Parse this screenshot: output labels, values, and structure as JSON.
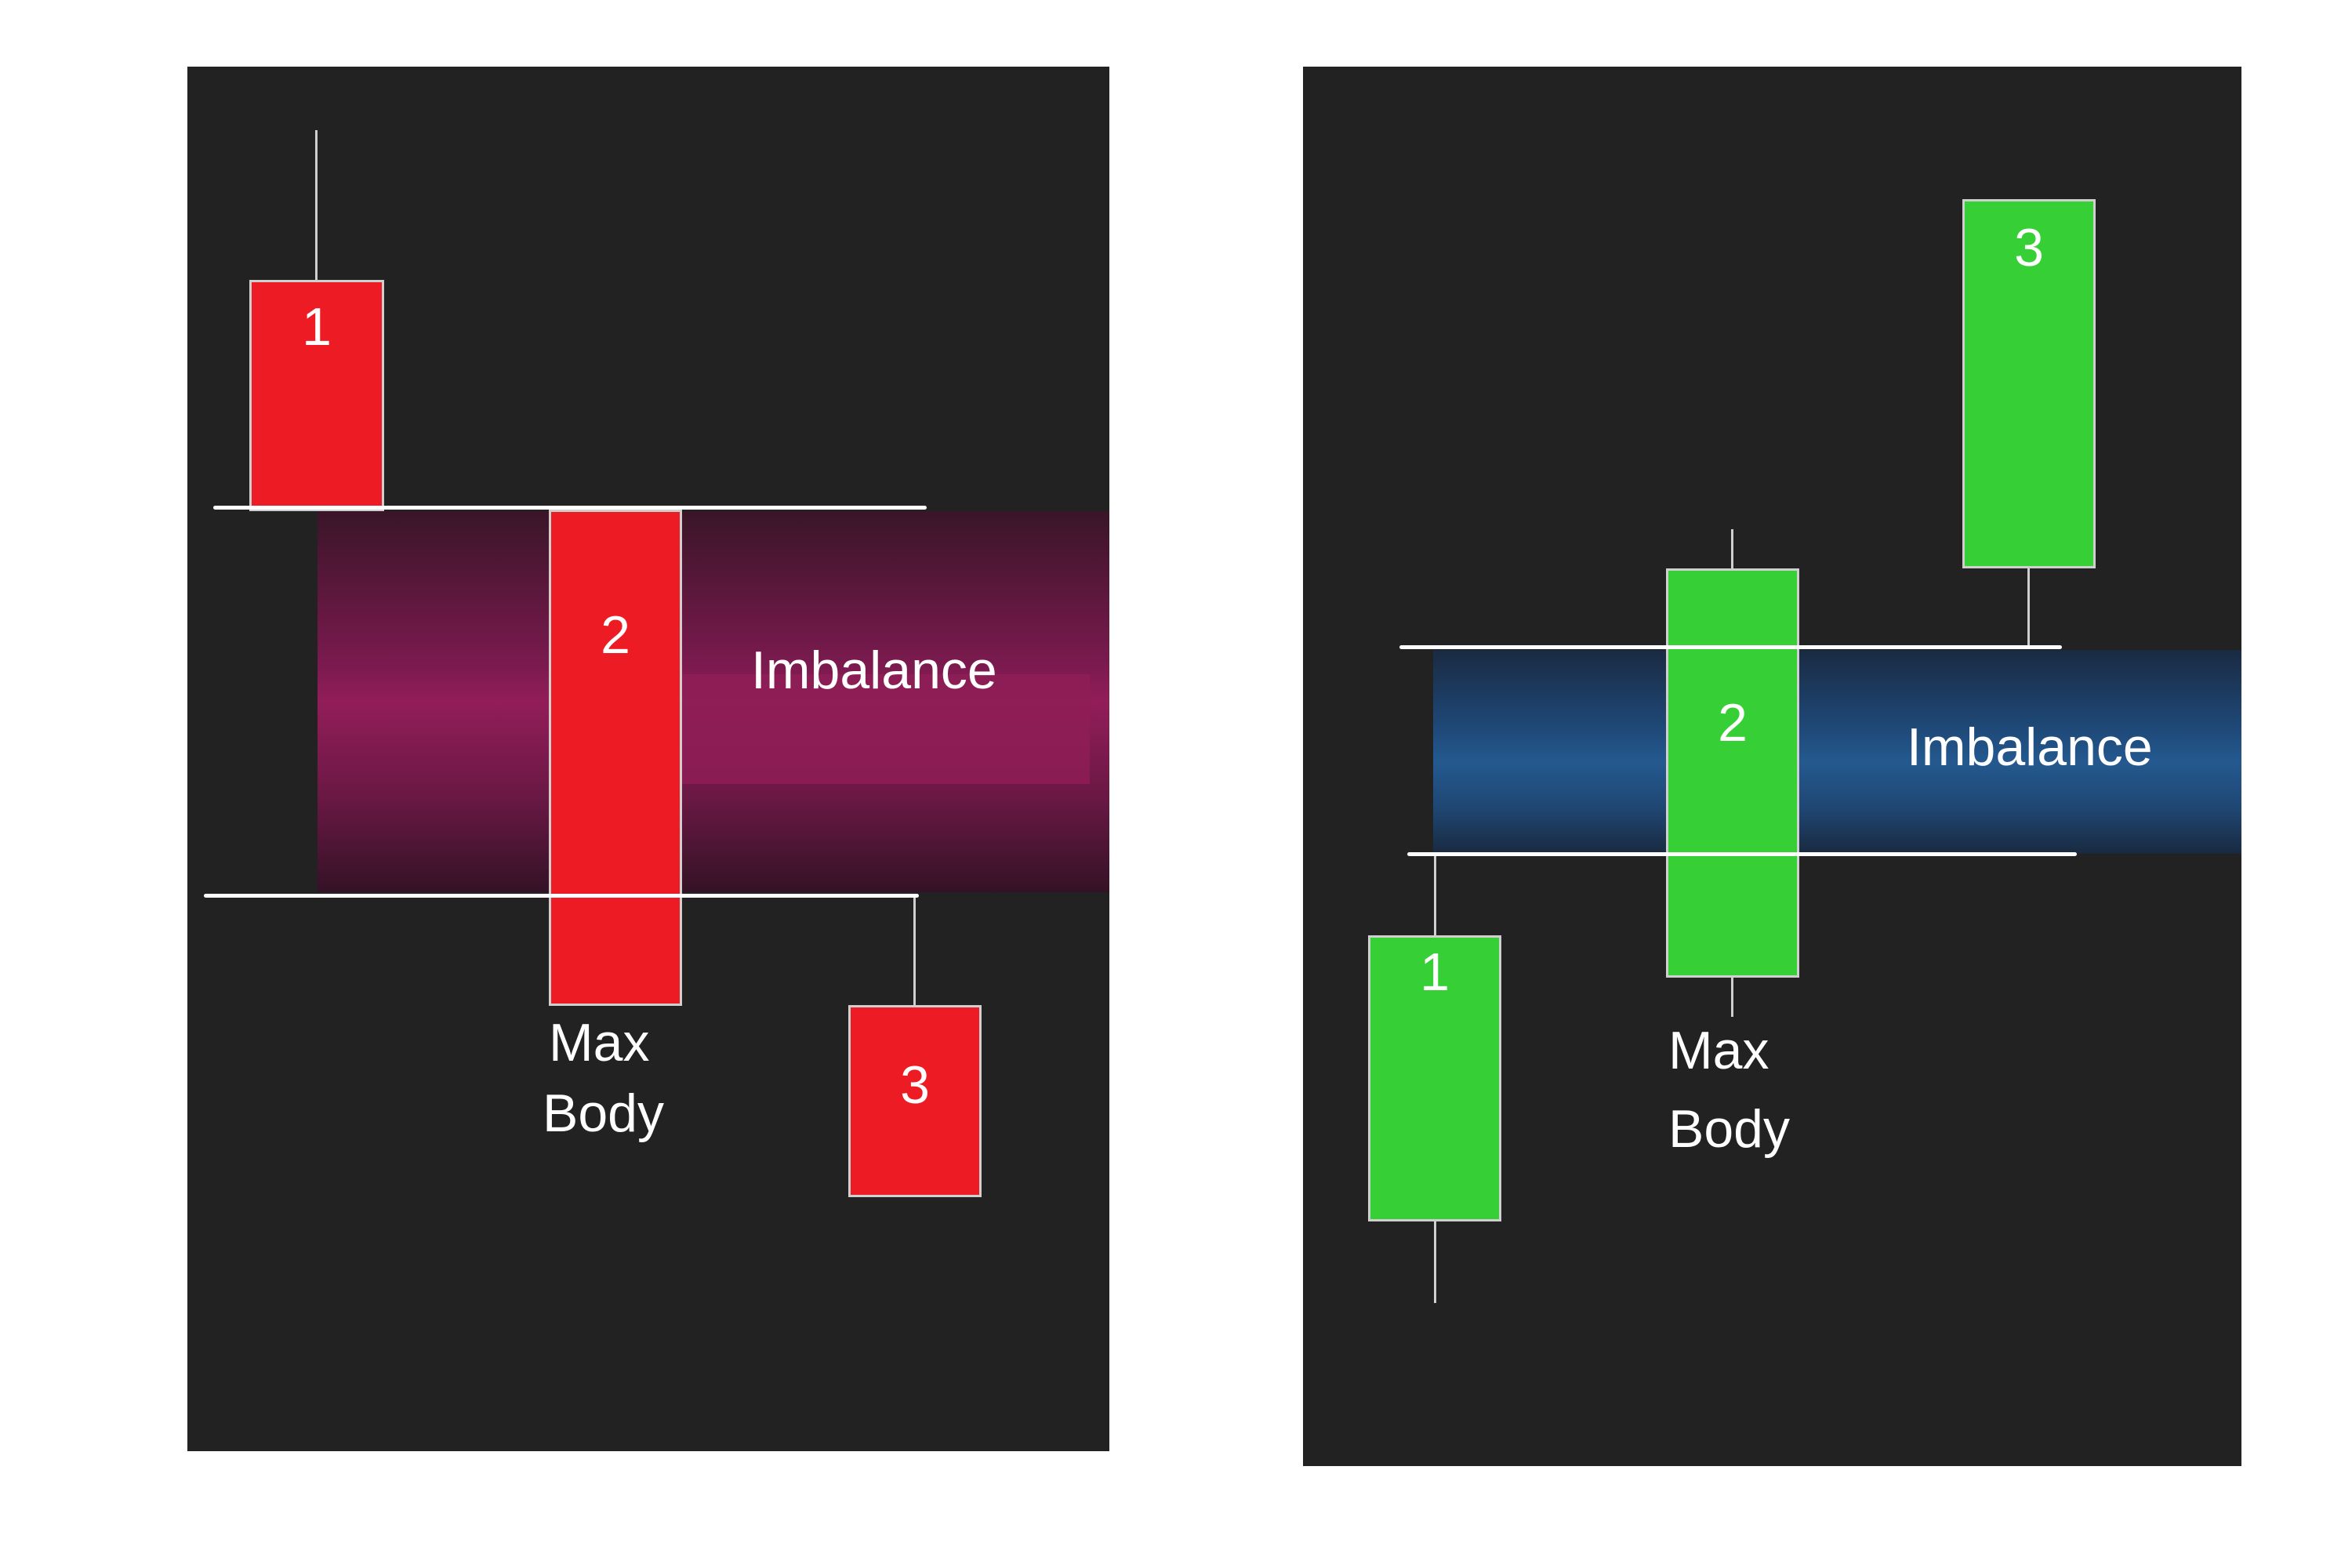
{
  "bearish_panel": {
    "imbalance_label": "Imbalance",
    "max_body_label": [
      "Max",
      "Body"
    ],
    "candles": [
      {
        "label": "1",
        "type": "bearish"
      },
      {
        "label": "2",
        "type": "bearish"
      },
      {
        "label": "3",
        "type": "bearish"
      }
    ],
    "colors": {
      "candle": "#ed1c24",
      "imbalance": "#921d58",
      "background": "#222222"
    }
  },
  "bullish_panel": {
    "imbalance_label": "Imbalance",
    "max_body_label": [
      "Max",
      "Body"
    ],
    "candles": [
      {
        "label": "1",
        "type": "bullish"
      },
      {
        "label": "2",
        "type": "bullish"
      },
      {
        "label": "3",
        "type": "bullish"
      }
    ],
    "colors": {
      "candle": "#36cf36",
      "imbalance": "#24598f",
      "background": "#222222"
    }
  }
}
